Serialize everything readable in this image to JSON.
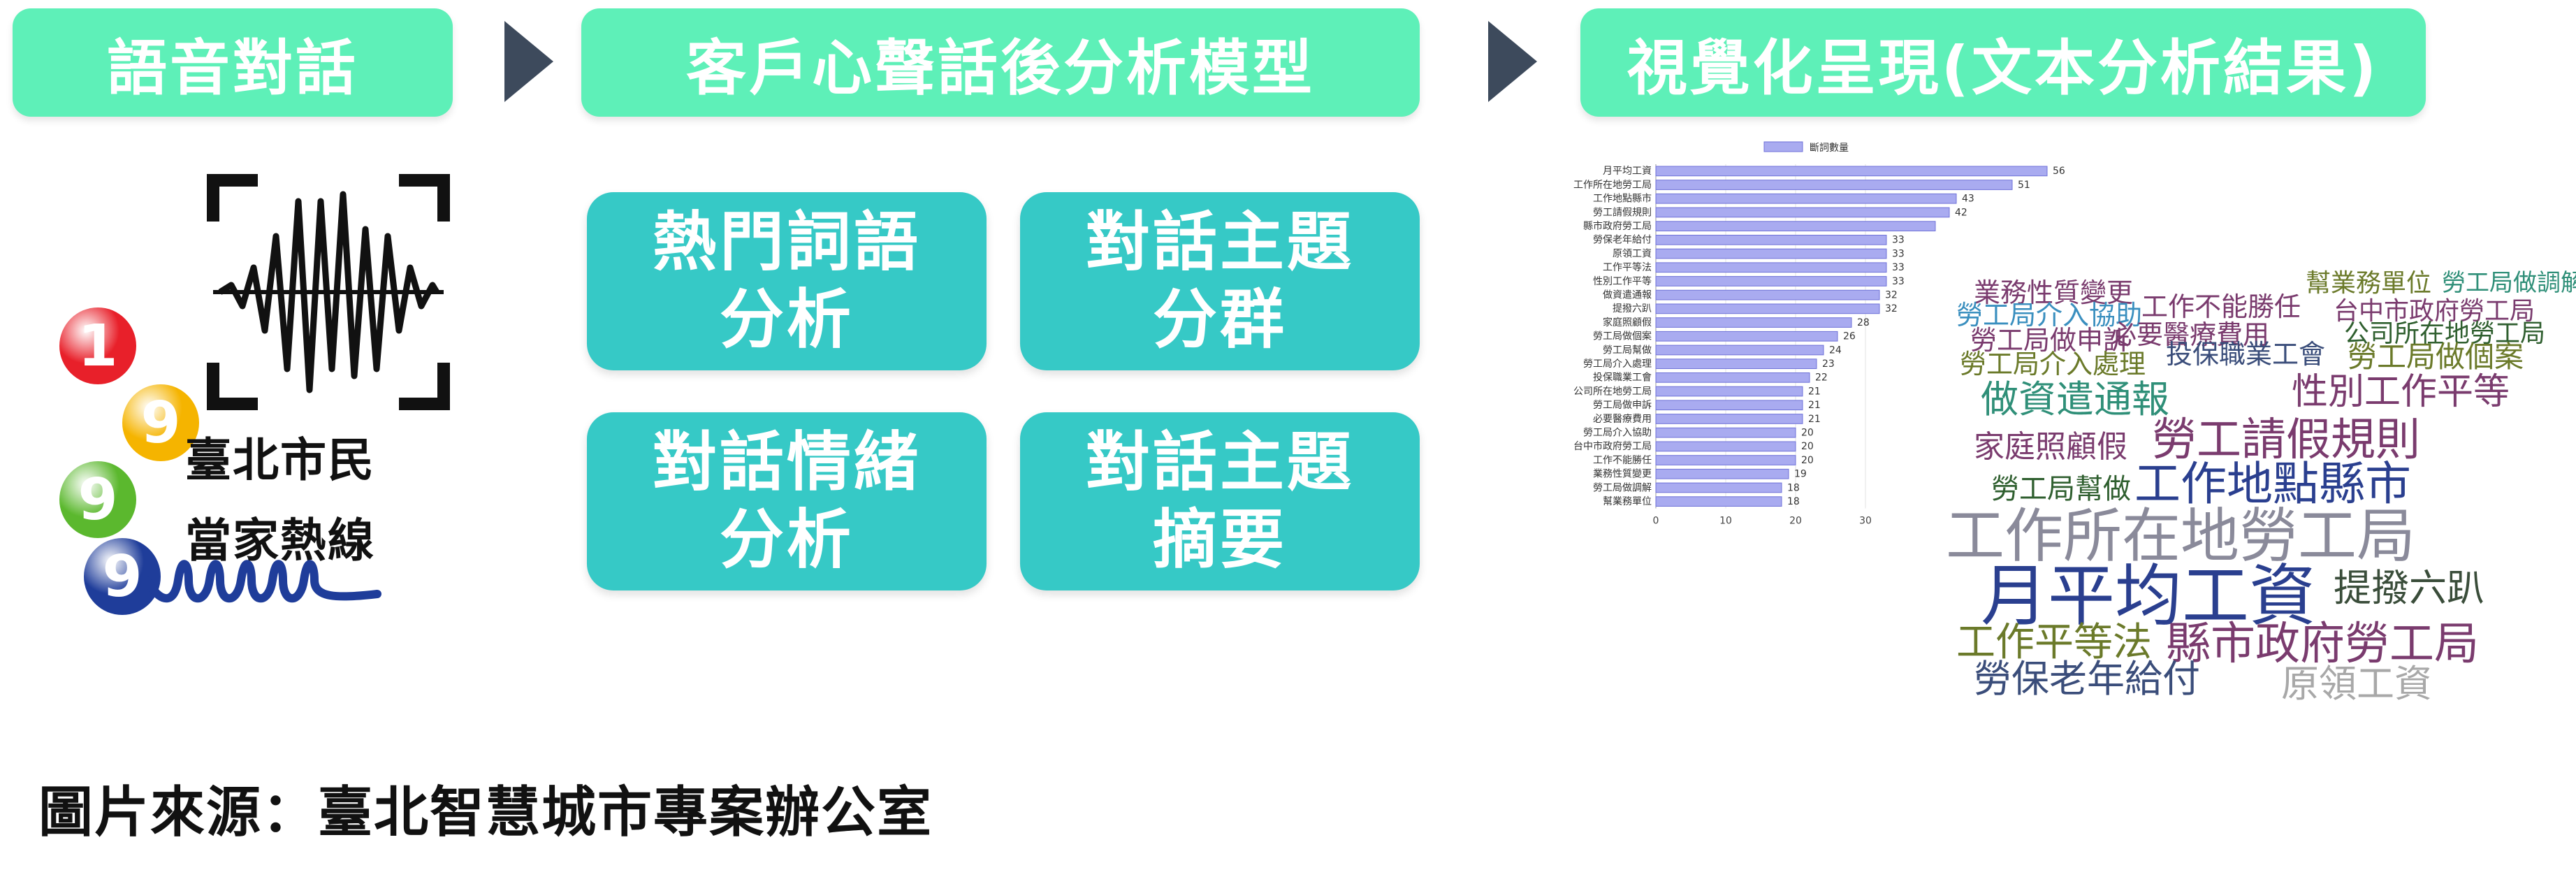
{
  "steps": [
    {
      "label": "語音對話"
    },
    {
      "label": "客戶心聲話後分析模型"
    },
    {
      "label": "視覺化呈現(文本分析結果)"
    }
  ],
  "analysis_tiles": [
    {
      "line1": "熱門詞語",
      "line2": "分析"
    },
    {
      "line1": "對話主題",
      "line2": "分群"
    },
    {
      "line1": "對話情緒",
      "line2": "分析"
    },
    {
      "line1": "對話主題",
      "line2": "摘要"
    }
  ],
  "logo": {
    "digits": [
      "1",
      "9",
      "9",
      "9"
    ],
    "digit_colors": [
      "#e8202a",
      "#f5b400",
      "#5bb82e",
      "#1f3d9a"
    ],
    "line1": "臺北市民",
    "line2": "當家熱線"
  },
  "icons": {
    "voice": "sound-wave-scan-icon",
    "arrow": "right-arrow-icon"
  },
  "colors": {
    "header_green": "#5ef0b8",
    "tile_teal": "#36c9c6",
    "arrow_dark": "#3d4a5c",
    "bar_fill": "#a9abf0",
    "bar_stroke": "#6f72d8"
  },
  "chart_data": {
    "type": "bar",
    "orientation": "horizontal",
    "legend": [
      "斷詞數量"
    ],
    "legend_position": "top",
    "categories": [
      "月平均工資",
      "工作所在地勞工局",
      "工作地點縣市",
      "勞工請假規則",
      "縣市政府勞工局",
      "勞保老年給付",
      "原領工資",
      "工作平等法",
      "性別工作平等",
      "做資遣通報",
      "提撥六趴",
      "家庭照顧假",
      "勞工局做個案",
      "勞工局幫做",
      "勞工局介入處理",
      "投保職業工會",
      "公司所在地勞工局",
      "勞工局做申訴",
      "必要醫療費用",
      "勞工局介入協助",
      "台中市政府勞工局",
      "工作不能勝任",
      "業務性質變更",
      "勞工局做調解",
      "幫業務單位"
    ],
    "values": [
      56,
      51,
      43,
      42,
      40,
      33,
      33,
      33,
      33,
      32,
      32,
      28,
      26,
      24,
      23,
      22,
      21,
      21,
      21,
      20,
      20,
      20,
      19,
      18,
      18
    ],
    "value_labels": [
      "56",
      "51",
      "43",
      "42",
      "",
      "33",
      "33",
      "33",
      "33",
      "32",
      "32",
      "28",
      "26",
      "24",
      "23",
      "22",
      "21",
      "21",
      "21",
      "20",
      "20",
      "20",
      "19",
      "18",
      "18"
    ],
    "x_ticks": [
      "0",
      "10",
      "20",
      "30"
    ],
    "xlim": [
      0,
      60
    ],
    "grid": true
  },
  "wordcloud": [
    {
      "text": "業務性質變更",
      "color": "#7a3b6e"
    },
    {
      "text": "工作不能勝任",
      "color": "#7a3b6e"
    },
    {
      "text": "幫業務單位",
      "color": "#6b7a2a"
    },
    {
      "text": "勞工局做調解",
      "color": "#2f8f78"
    },
    {
      "text": "勞工局介入協助",
      "color": "#3a8fbf"
    },
    {
      "text": "必要醫療費用",
      "color": "#7a3b6e"
    },
    {
      "text": "台中市政府勞工局",
      "color": "#7a3b6e"
    },
    {
      "text": "勞工局做申訴",
      "color": "#7a3b6e"
    },
    {
      "text": "公司所在地勞工局",
      "color": "#2f5f2f"
    },
    {
      "text": "勞工局介入處理",
      "color": "#6b7a2a"
    },
    {
      "text": "投保職業工會",
      "color": "#3a4d7a"
    },
    {
      "text": "勞工局做個案",
      "color": "#6b7a2a"
    },
    {
      "text": "做資遣通報",
      "color": "#2f8f78"
    },
    {
      "text": "性別工作平等",
      "color": "#7a3b6e"
    },
    {
      "text": "家庭照顧假",
      "color": "#7a3b6e"
    },
    {
      "text": "勞工請假規則",
      "color": "#7a3b6e"
    },
    {
      "text": "勞工局幫做",
      "color": "#2f5f2f"
    },
    {
      "text": "工作地點縣市",
      "color": "#2a3f8f"
    },
    {
      "text": "工作所在地勞工局",
      "color": "#8a8a9a"
    },
    {
      "text": "月平均工資",
      "color": "#2a3f8f"
    },
    {
      "text": "提撥六趴",
      "color": "#3a4d3a"
    },
    {
      "text": "工作平等法",
      "color": "#6b7a2a"
    },
    {
      "text": "縣市政府勞工局",
      "color": "#7a3b6e"
    },
    {
      "text": "勞保老年給付",
      "color": "#3a4d7a"
    },
    {
      "text": "原領工資",
      "color": "#a8a8a8"
    }
  ],
  "source": {
    "text": "圖片來源：臺北智慧城市專案辦公室"
  }
}
